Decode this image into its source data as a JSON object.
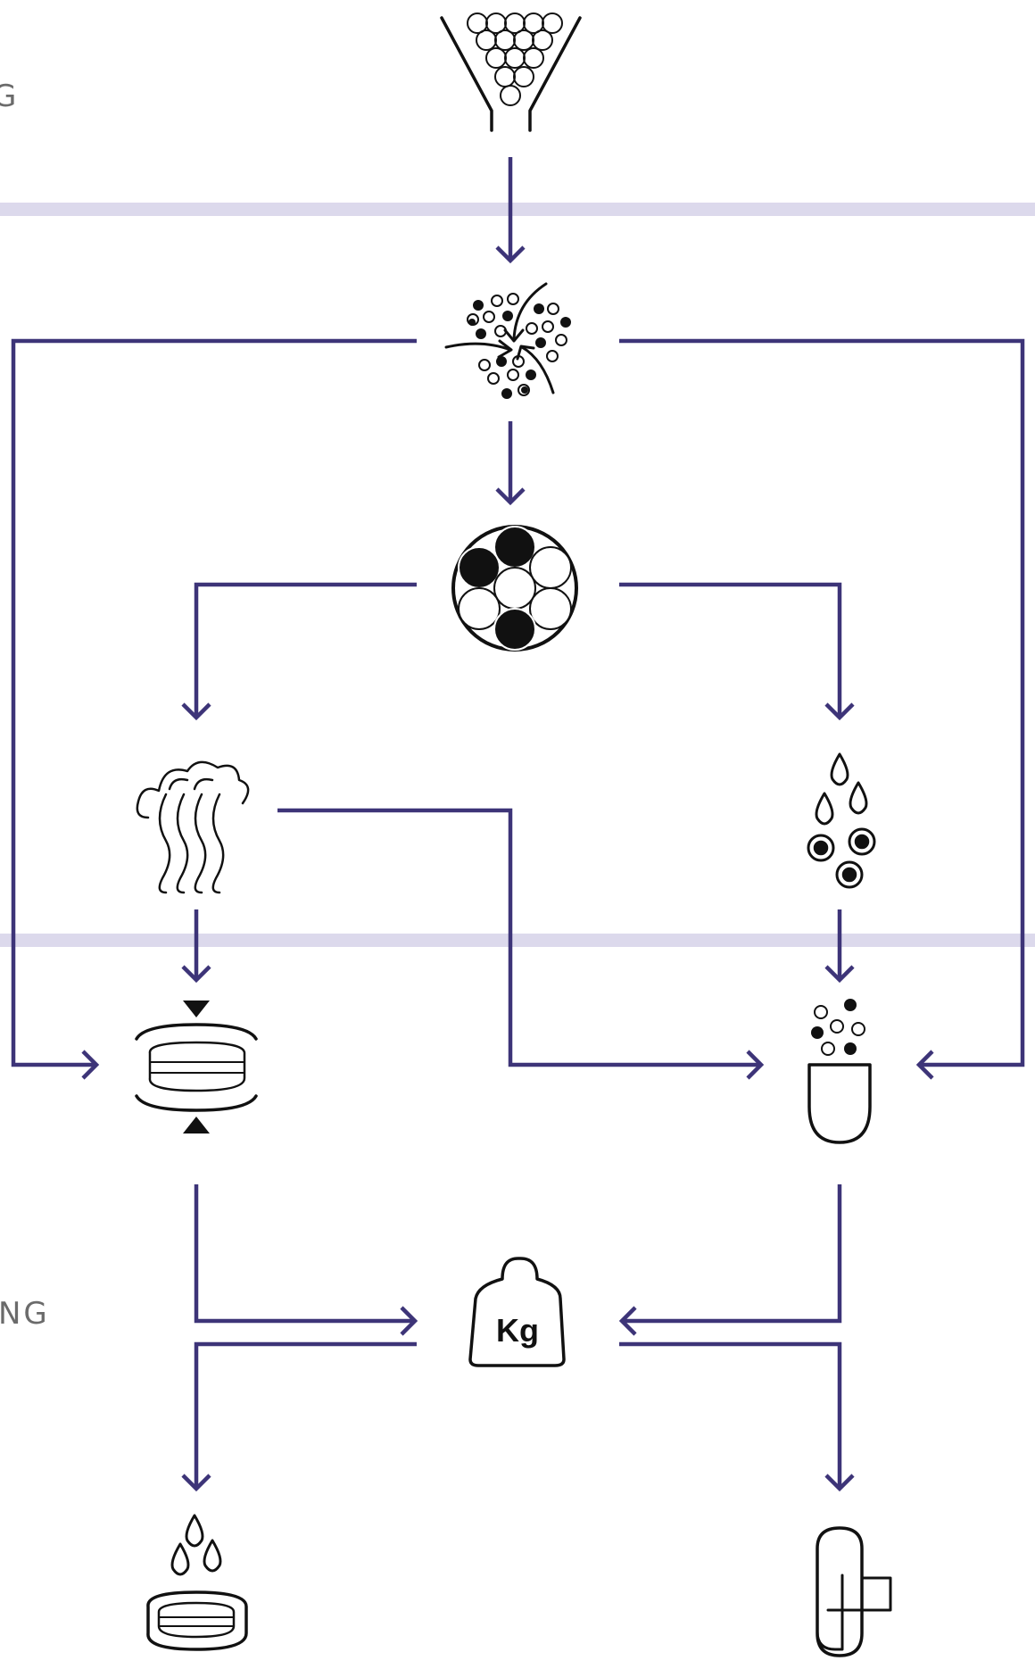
{
  "stage_labels": {
    "top": "G",
    "bottom": "NG"
  },
  "weigh_label": "Kg",
  "colors": {
    "flow": "#3d3478",
    "band": "#dcd9ec",
    "icon": "#111111",
    "label": "#6b6b6b"
  },
  "icons": [
    "funnel-icon",
    "mixing-icon",
    "granulation-icon",
    "drying-icon",
    "wet-drops-icon",
    "tablet-press-icon",
    "capsule-fill-icon",
    "weight-kg-icon",
    "coated-tablet-icon",
    "capsule-icon"
  ]
}
